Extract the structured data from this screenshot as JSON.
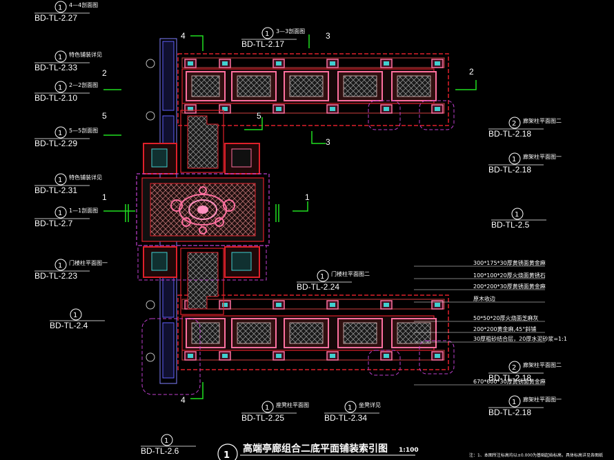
{
  "colors": {
    "background": "#000000",
    "outline_red": "#e0202a",
    "dashed_magenta": "#c040d0",
    "leader_green": "#20e020",
    "tile_pink": "#ff70a0",
    "tile_cyan": "#40d0d0",
    "text_white": "#ffffff"
  },
  "title": {
    "number": "1",
    "text": "高端亭廊组合二底平面铺装索引图",
    "scale": "1:100",
    "note": "注：1、本图所注标高均以±0.000为基础起始标高，具体标高详见各图纸"
  },
  "callouts": [
    {
      "num": "1",
      "desc": "4—4剖面图",
      "code": "BD-TL-2.27"
    },
    {
      "num": "1",
      "desc": "特色铺装详见",
      "code": "BD-TL-2.33"
    },
    {
      "num": "1",
      "desc": "2—2剖面图",
      "code": "BD-TL-2.10"
    },
    {
      "num": "1",
      "desc": "5—5剖面图",
      "code": "BD-TL-2.29"
    },
    {
      "num": "1",
      "desc": "特色铺装详见",
      "code": "BD-TL-2.31"
    },
    {
      "num": "1",
      "desc": "1—1剖面图",
      "code": "BD-TL-2.7"
    },
    {
      "num": "1",
      "desc": "门楼柱平面图一",
      "code": "BD-TL-2.23"
    },
    {
      "num": "1",
      "desc": "",
      "code": "BD-TL-2.4"
    },
    {
      "num": "1",
      "desc": "",
      "code": "BD-TL-2.6"
    },
    {
      "num": "1",
      "desc": "3—3剖面图",
      "code": "BD-TL-2.17"
    },
    {
      "num": "1",
      "desc": "门楼柱平面图二",
      "code": "BD-TL-2.24"
    },
    {
      "num": "1",
      "desc": "座凳柱平面图",
      "code": "BD-TL-2.25"
    },
    {
      "num": "1",
      "desc": "坐凳详见",
      "code": "BD-TL-2.34"
    },
    {
      "num": "2",
      "desc": "廊架柱平面图二",
      "code": "BD-TL-2.18"
    },
    {
      "num": "1",
      "desc": "廊架柱平面图一",
      "code": "BD-TL-2.18"
    },
    {
      "num": "1",
      "desc": "",
      "code": "BD-TL-2.5"
    },
    {
      "num": "2",
      "desc": "廊架柱平面图二",
      "code": "BD-TL-2.18"
    },
    {
      "num": "1",
      "desc": "廊架柱平面图一",
      "code": "BD-TL-2.18"
    }
  ],
  "section_marks": [
    "4",
    "3",
    "2",
    "2",
    "5",
    "5",
    "3",
    "1",
    "1",
    "4"
  ],
  "material_notes": [
    "300*175*30厚黄锈面黄金麻",
    "100*100*20厚火烧面黄锈石",
    "200*200*30厚黄锈面黄金麻",
    "原木收边",
    "50*50*20厚火烧面芝麻灰",
    "200*200黄金麻,45°斜铺",
    "30厚粗砂结合层，20厚水泥砂浆=1:1",
    "670*600*30厚黄锈面黄金麻"
  ]
}
